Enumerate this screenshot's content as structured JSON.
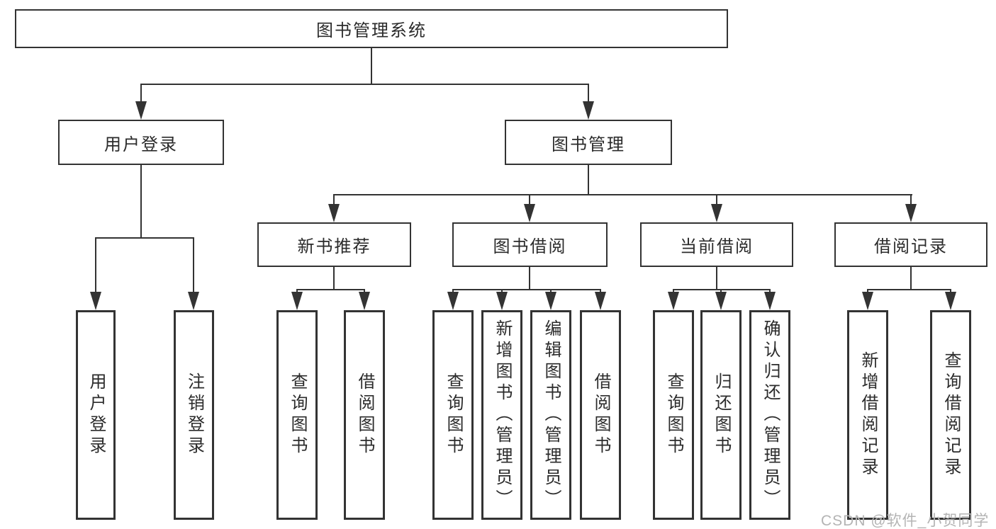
{
  "diagram": {
    "root": {
      "label": "图书管理系统"
    },
    "level2": [
      {
        "label": "用户登录"
      },
      {
        "label": "图书管理"
      }
    ],
    "level3": [
      {
        "label": "新书推荐"
      },
      {
        "label": "图书借阅"
      },
      {
        "label": "当前借阅"
      },
      {
        "label": "借阅记录"
      }
    ],
    "leaves": {
      "user_login": [
        "用户登录",
        "注销登录"
      ],
      "new_books": [
        "查询图书",
        "借阅图书"
      ],
      "book_borrow": [
        "查询图书",
        "新增图书（管理员）",
        "编辑图书（管理员）",
        "借阅图书"
      ],
      "current_borrow": [
        "查询图书",
        "归还图书",
        "确认归还（管理员）"
      ],
      "borrow_records": [
        "新增借阅记录",
        "查询借阅记录"
      ]
    }
  },
  "watermark": {
    "text": "CSDN @软件_小贺同学"
  },
  "colors": {
    "line": "#333333",
    "box_border": "#333333",
    "text": "#2b2b2b",
    "watermark": "#b4b4b4",
    "background": "#ffffff"
  }
}
